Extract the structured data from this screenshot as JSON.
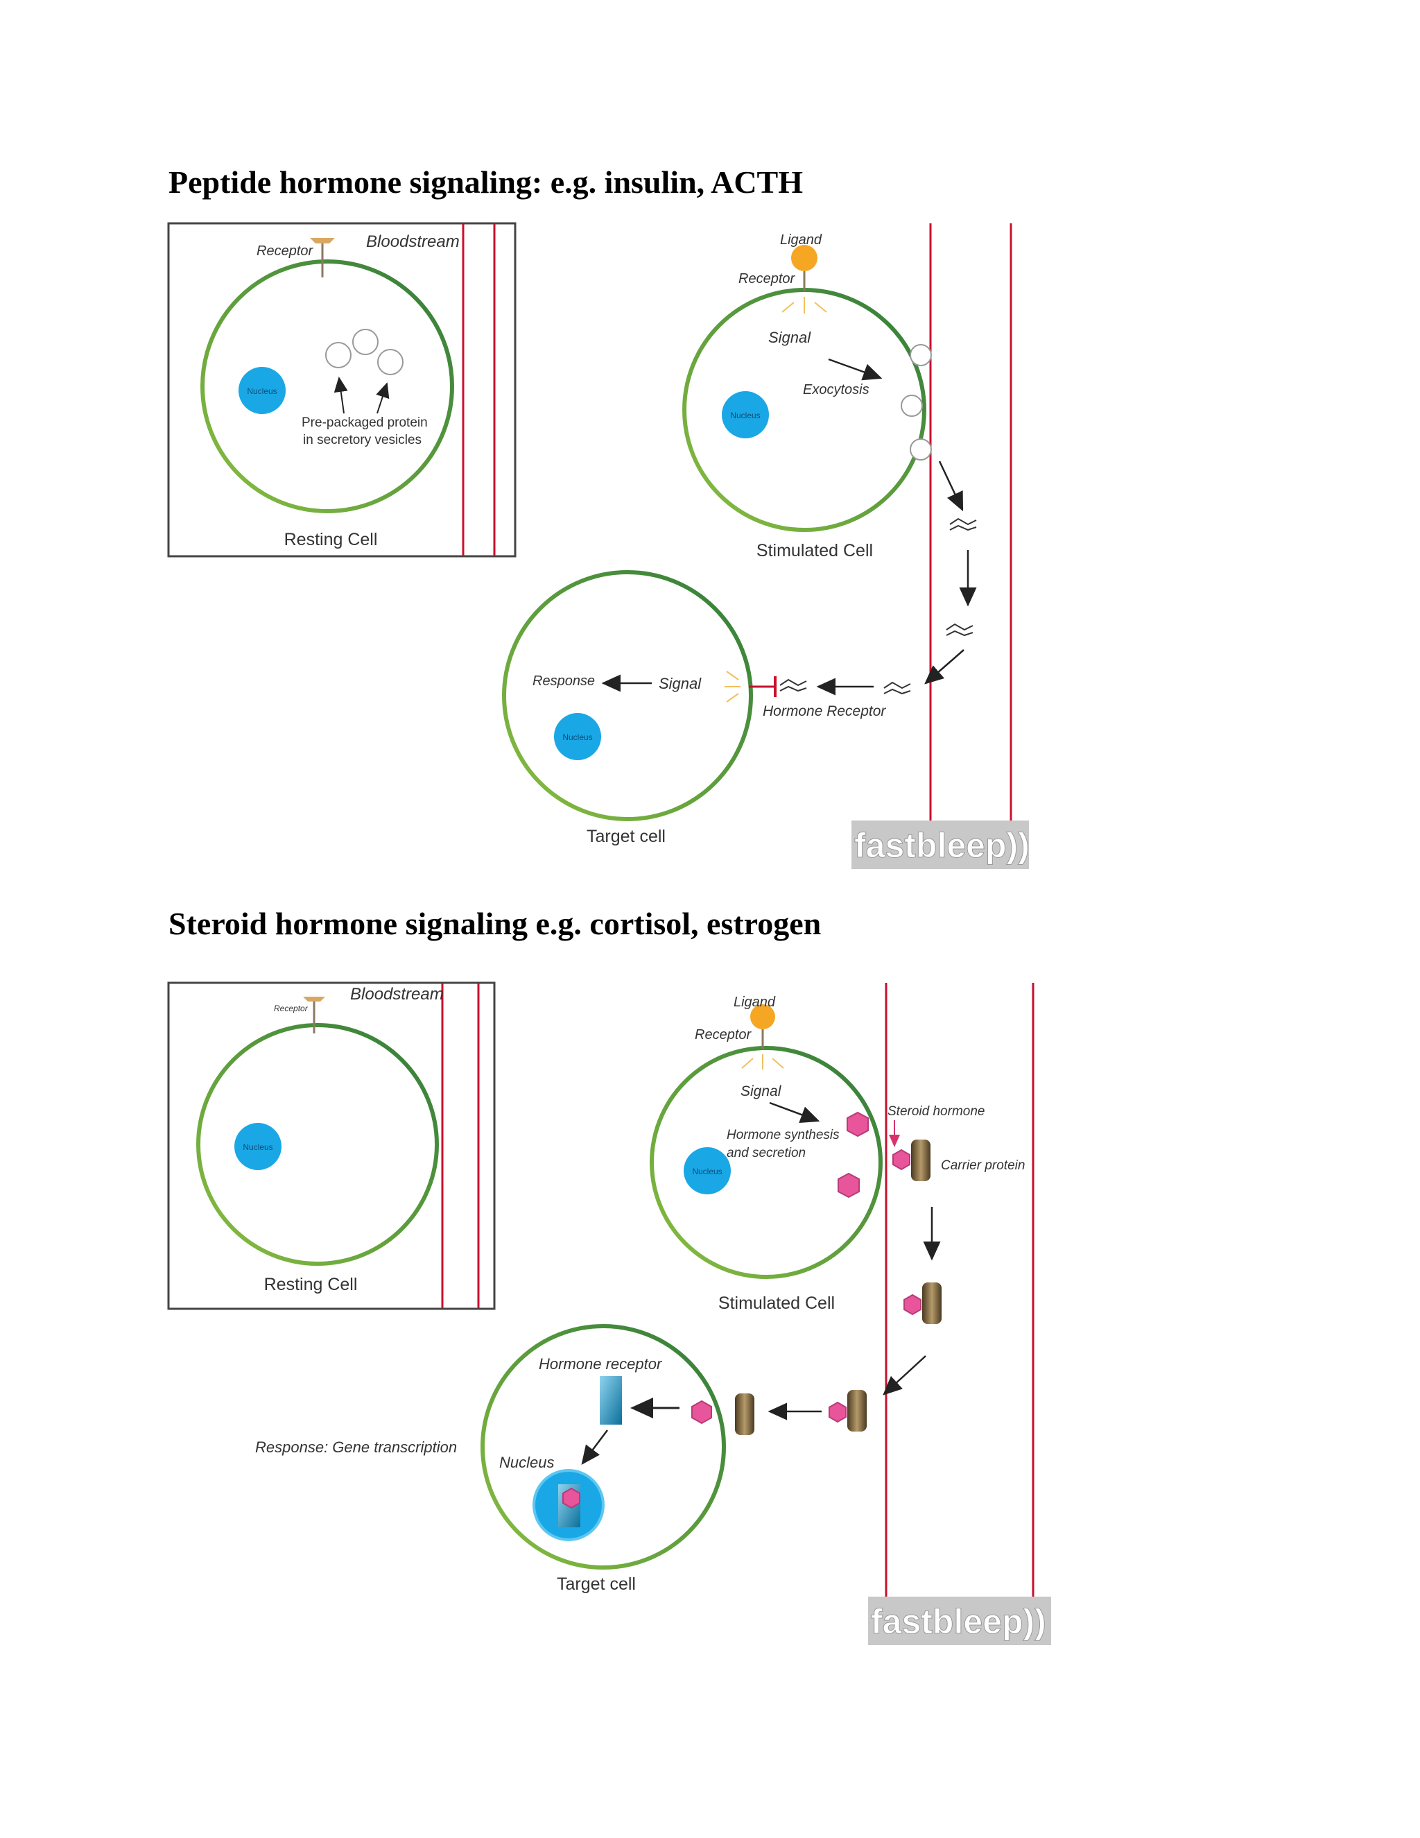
{
  "headings": {
    "peptide": "Peptide hormone signaling: e.g. insulin, ACTH",
    "steroid": "Steroid hormone signaling e.g. cortisol, estrogen"
  },
  "colors": {
    "cell_outer": "#3d8a3d",
    "cell_light": "#8cc040",
    "nucleus": "#1aa7e6",
    "ligand": "#f5a623",
    "vessel": "#c8102e",
    "hormone": "#e8559a",
    "carrier": "#7a6040"
  },
  "peptide": {
    "resting": {
      "bloodstream": "Bloodstream",
      "receptor": "Receptor",
      "nucleus": "Nucleus",
      "vesicles_line1": "Pre-packaged protein",
      "vesicles_line2": "in secretory vesicles",
      "caption": "Resting Cell"
    },
    "stimulated": {
      "ligand": "Ligand",
      "receptor": "Receptor",
      "signal": "Signal",
      "exocytosis": "Exocytosis",
      "nucleus": "Nucleus",
      "caption": "Stimulated Cell"
    },
    "target": {
      "response": "Response",
      "signal": "Signal",
      "hormone_receptor": "Hormone Receptor",
      "nucleus": "Nucleus",
      "caption": "Target cell"
    },
    "watermark": "fastbleep))"
  },
  "steroid": {
    "resting": {
      "bloodstream": "Bloodstream",
      "receptor": "Receptor",
      "nucleus": "Nucleus",
      "caption": "Resting Cell"
    },
    "stimulated": {
      "ligand": "Ligand",
      "receptor": "Receptor",
      "signal": "Signal",
      "synthesis_line1": "Hormone synthesis",
      "synthesis_line2": "and secretion",
      "nucleus": "Nucleus",
      "steroid_hormone": "Steroid hormone",
      "carrier_protein": "Carrier protein",
      "caption": "Stimulated Cell"
    },
    "target": {
      "hormone_receptor": "Hormone receptor",
      "response": "Response: Gene transcription",
      "nucleus": "Nucleus",
      "caption": "Target cell"
    },
    "watermark": "fastbleep))"
  }
}
